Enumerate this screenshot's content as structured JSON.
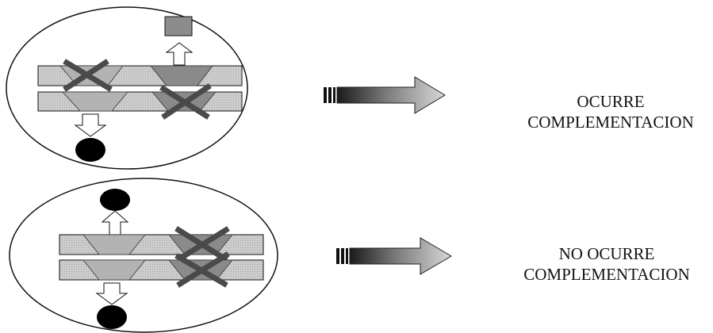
{
  "panels": [
    {
      "result_line_1": "OCURRE",
      "result_line_2": "COMPLEMENTACION"
    },
    {
      "result_line_1": "NO OCURRE",
      "result_line_2": "COMPLEMENTACION"
    }
  ],
  "colors": {
    "chromosome_fill": "#cfcfcf",
    "gene_light": "#b3b3b3",
    "gene_dark": "#8a8a8a",
    "cross": "#4a4a4a",
    "product_square": "#8c8c8c",
    "product_circle": "#000000",
    "outline": "#111111"
  }
}
